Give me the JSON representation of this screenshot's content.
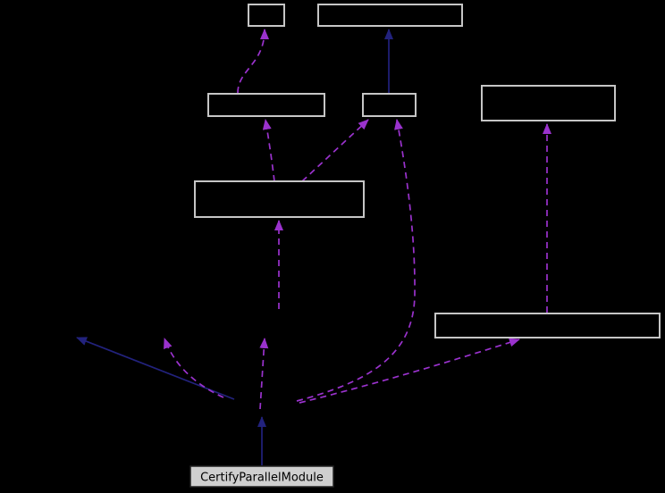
{
  "diagram": {
    "type": "class-collaboration-graph",
    "description": "Doxygen-style collaboration graph rendered on a black background; seven unlabeled bordered nodes, one highlighted current-class node, dashed usage edges and solid inheritance edges",
    "unlabeled_node_count": 7,
    "edge_counts": {
      "inheritance_solid": 3,
      "usage_dashed": 9
    }
  },
  "nodes": {
    "main": {
      "label": "CertifyParallelModule"
    }
  },
  "edges": {
    "inheritance_style": "solid",
    "usage_style": "dashed"
  },
  "colors": {
    "background": "#000000",
    "node_border": "#c6c6c6",
    "node_fill": "#000000",
    "main_node_fill": "#cfcfcf",
    "main_node_border": "#222222",
    "main_node_text": "#000000",
    "inheritance_edge": "#22227d",
    "usage_edge": "#9a32cd"
  }
}
